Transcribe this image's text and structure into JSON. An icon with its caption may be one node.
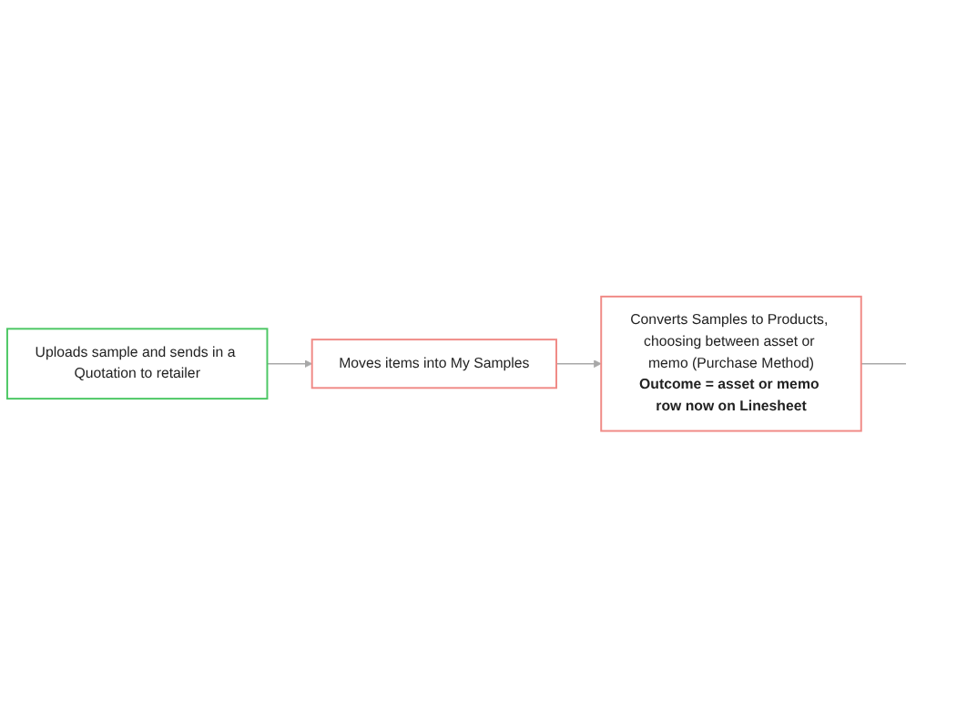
{
  "diagram": {
    "nodes": [
      {
        "text": [
          "Moves items into My Samples"
        ]
      },
      {
        "text": [
          "Converts Samples to Products, choosing between asset or memo (Purchase Method)",
          "Outcome = asset or memo row now on Linesheet"
        ]
      },
      {
        "text": [
          "Uploads sample and sends in a Quotation to retailer"
        ]
      }
    ],
    "edges": [
      {
        "from": 2,
        "to": 0,
        "arrow": "to"
      },
      {
        "from": 0,
        "to": 1,
        "arrow": "to"
      },
      {
        "from": 1,
        "to": null,
        "arrow": "none"
      }
    ]
  }
}
